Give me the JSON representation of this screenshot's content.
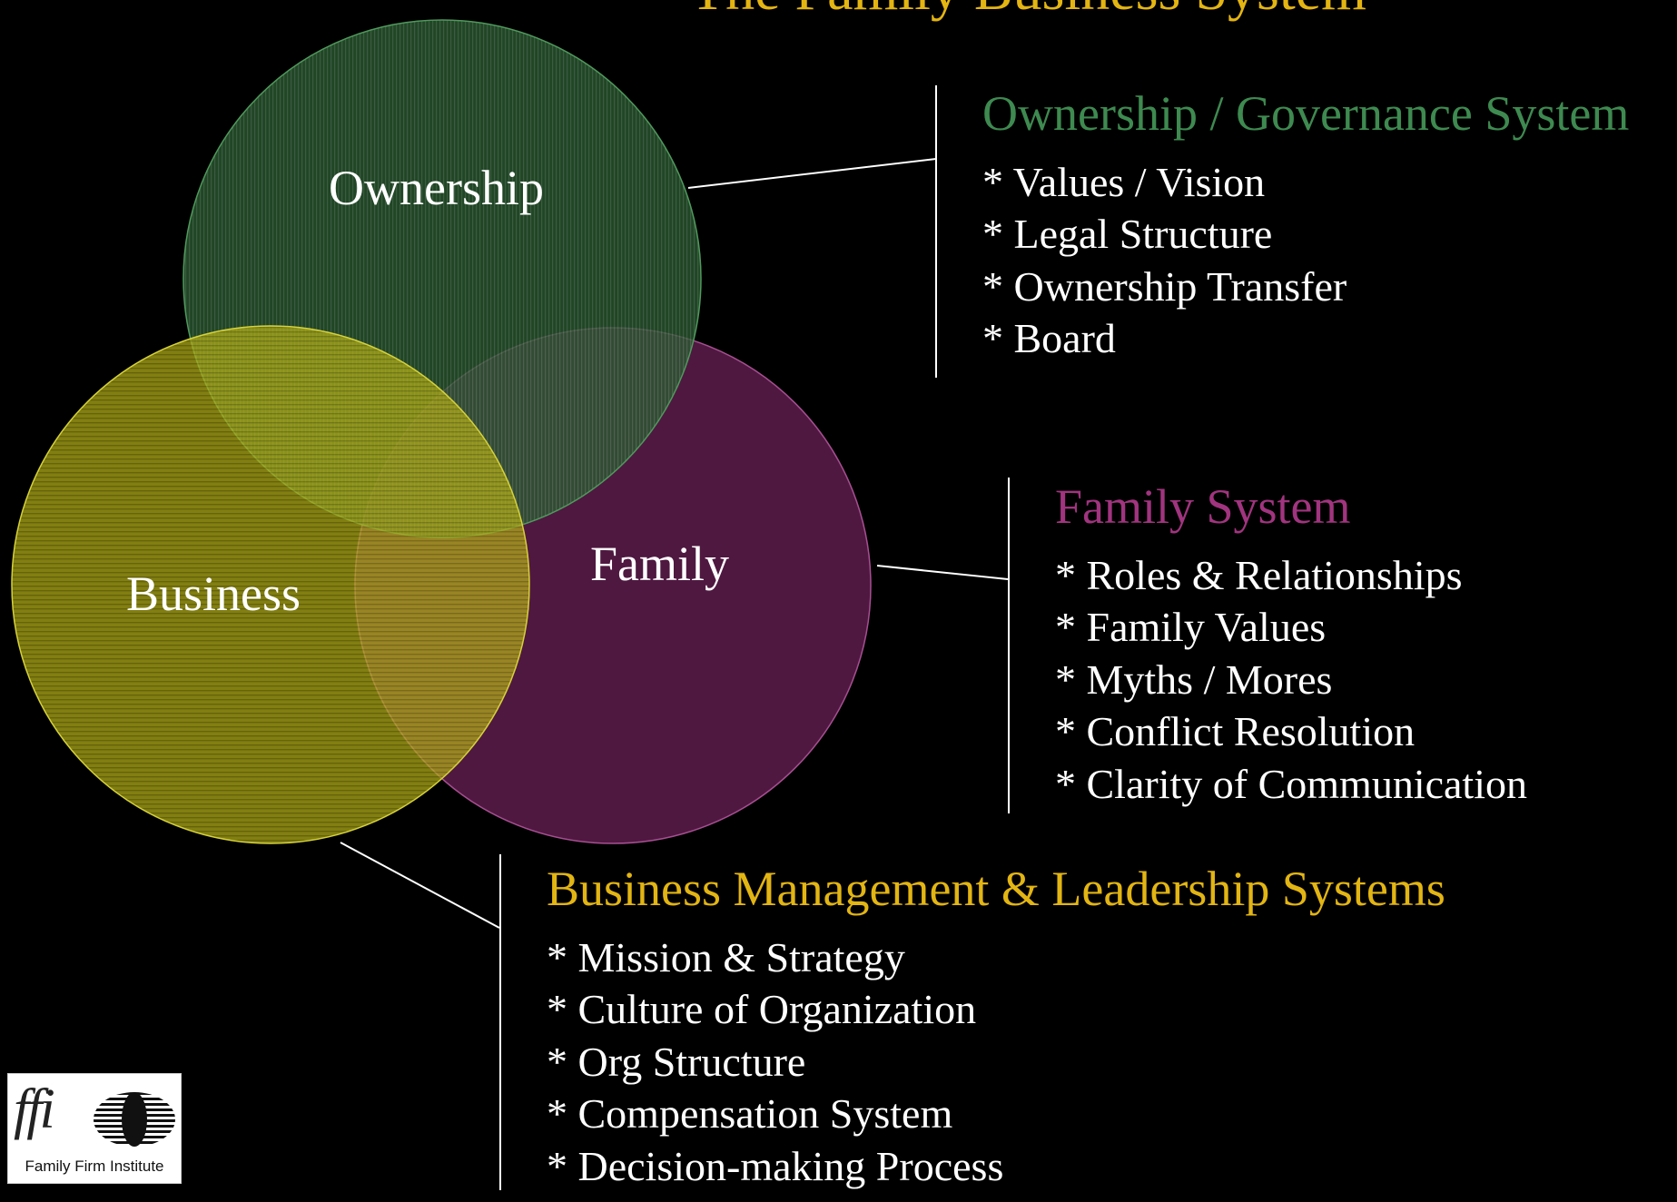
{
  "title": "The Family Business System",
  "circles": {
    "ownership": {
      "label": "Ownership",
      "color": "#25462a"
    },
    "family": {
      "label": "Family",
      "color": "#4f1840"
    },
    "business": {
      "label": "Business",
      "color": "#a7a514"
    }
  },
  "panels": {
    "ownership": {
      "heading": "Ownership / Governance System",
      "heading_color": "#3e8a50",
      "items": [
        "* Values / Vision",
        "* Legal Structure",
        "* Ownership Transfer",
        "* Board"
      ]
    },
    "family": {
      "heading": "Family System",
      "heading_color": "#a1347f",
      "items": [
        "* Roles & Relationships",
        "* Family Values",
        "* Myths / Mores",
        "* Conflict Resolution",
        "* Clarity of Communication"
      ]
    },
    "business": {
      "heading": "Business Management & Leadership Systems",
      "heading_color": "#e3b513",
      "items": [
        "* Mission & Strategy",
        "* Culture of Organization",
        "* Org Structure",
        "* Compensation System",
        "* Decision-making Process"
      ]
    }
  },
  "logo": {
    "mark_text": "ffi",
    "caption": "Family Firm Institute"
  },
  "colors": {
    "background": "#000000",
    "title": "#e4b512",
    "text": "#ffffff"
  }
}
